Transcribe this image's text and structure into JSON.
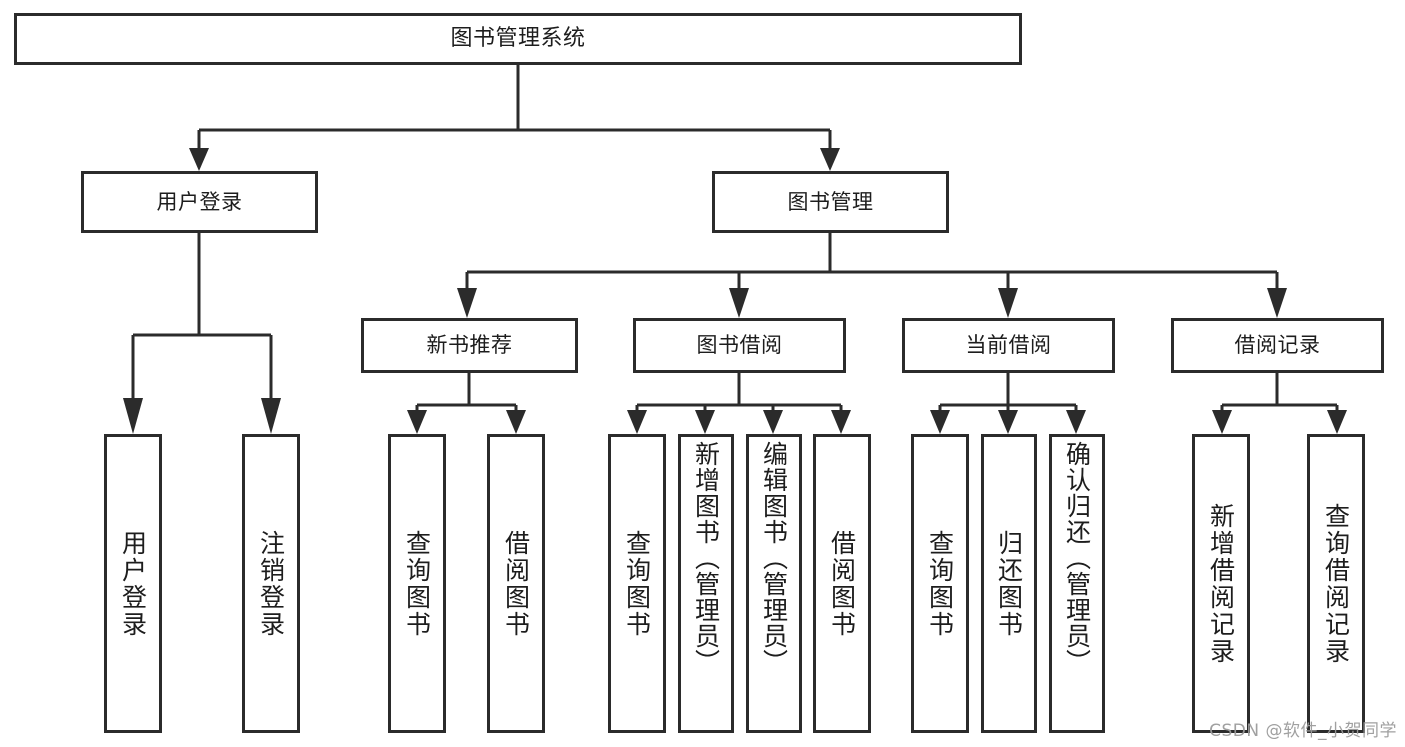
{
  "diagram": {
    "title": "图书管理系统",
    "type": "functional-structure-tree",
    "root": {
      "label": "图书管理系统"
    },
    "level2": [
      {
        "label": "用户登录"
      },
      {
        "label": "图书管理"
      }
    ],
    "level3": [
      {
        "label": "新书推荐"
      },
      {
        "label": "图书借阅"
      },
      {
        "label": "当前借阅"
      },
      {
        "label": "借阅记录"
      }
    ],
    "leaves": {
      "user_login": [
        {
          "label": "用户登录"
        },
        {
          "label": "注销登录"
        }
      ],
      "new_book_recommend": [
        {
          "label": "查询图书"
        },
        {
          "label": "借阅图书"
        }
      ],
      "book_borrow": [
        {
          "label": "查询图书"
        },
        {
          "label": "新增图书（管理员）"
        },
        {
          "label": "编辑图书（管理员）"
        },
        {
          "label": "借阅图书"
        }
      ],
      "current_borrow": [
        {
          "label": "查询图书"
        },
        {
          "label": "归还图书"
        },
        {
          "label": "确认归还（管理员）"
        }
      ],
      "borrow_record": [
        {
          "label": "新增借阅记录"
        },
        {
          "label": "查询借阅记录"
        }
      ]
    }
  },
  "watermark": {
    "text": "CSDN @软件_小贺同学"
  },
  "colors": {
    "stroke": "#2b2b2b",
    "text": "#1d1d1d",
    "background": "#ffffff",
    "watermark": "#9b9b9b"
  }
}
